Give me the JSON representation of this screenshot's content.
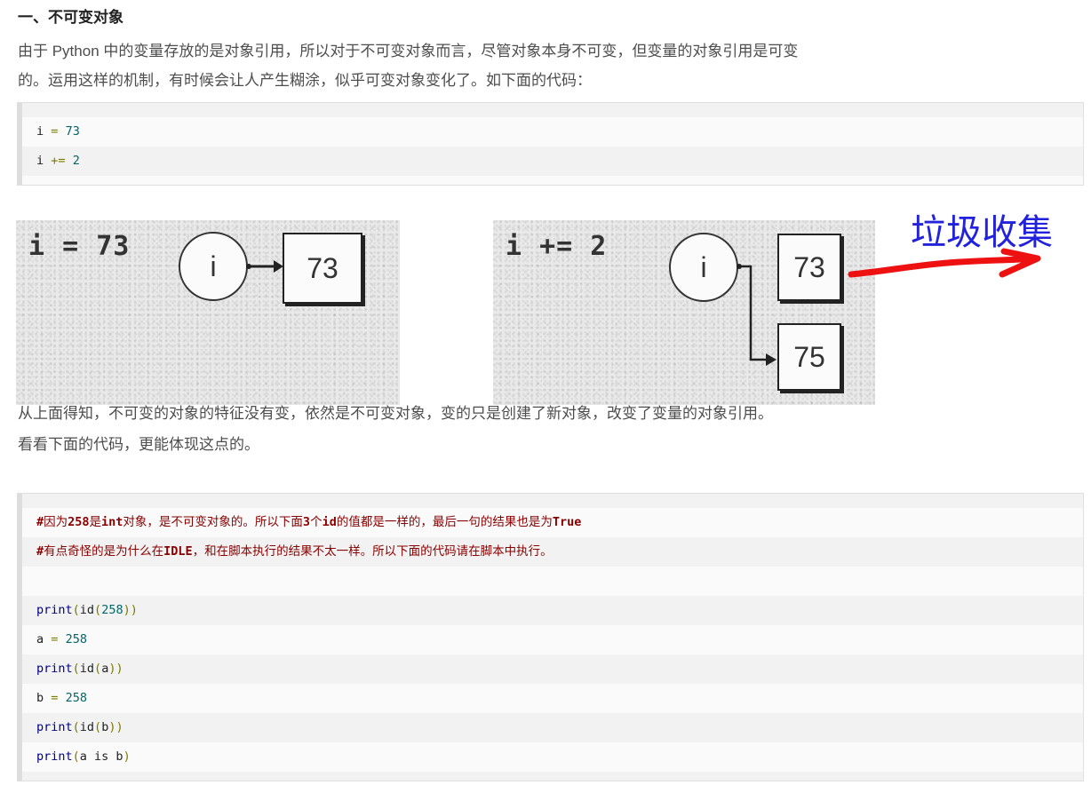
{
  "section": {
    "heading": "一、不可变对象",
    "intro_lines": [
      "由于 Python 中的变量存放的是对象引用，所以对于不可变对象而言，尽管对象本身不可变，但变量的对象引用是可变",
      "的。运用这样的机制，有时候会让人产生糊涂，似乎可变对象变化了。如下面的代码："
    ]
  },
  "code_block_1": {
    "lines": [
      {
        "tokens": [
          {
            "t": "i",
            "c": "id"
          },
          {
            "t": " ",
            "c": "id"
          },
          {
            "t": "=",
            "c": "op"
          },
          {
            "t": " ",
            "c": "id"
          },
          {
            "t": "73",
            "c": "num"
          }
        ]
      },
      {
        "tokens": [
          {
            "t": "i",
            "c": "id"
          },
          {
            "t": " ",
            "c": "id"
          },
          {
            "t": "+=",
            "c": "op"
          },
          {
            "t": " ",
            "c": "id"
          },
          {
            "t": "2",
            "c": "num"
          }
        ]
      }
    ]
  },
  "figure": {
    "left_panel": {
      "code_label": "i = 73",
      "variable": "i",
      "value_box": "73"
    },
    "right_panel": {
      "code_label": "i += 2",
      "variable": "i",
      "old_value_box": "73",
      "new_value_box": "75"
    },
    "annotation": {
      "text": "垃圾收集",
      "text_color": "#2222dd",
      "arrow_color": "#ee1111"
    }
  },
  "after_figure_lines": [
    "从上面得知，不可变的对象的特征没有变，依然是不可变对象，变的只是创建了新对象，改变了变量的对象引用。",
    "看看下面的代码，更能体现这点的。"
  ],
  "code_block_2": {
    "lines": [
      {
        "tokens": [
          {
            "t": "#",
            "c": "cm"
          },
          {
            "t": "因为",
            "c": "comment"
          },
          {
            "t": "258",
            "c": "cm"
          },
          {
            "t": "是",
            "c": "comment"
          },
          {
            "t": "int",
            "c": "cm"
          },
          {
            "t": "对象，是不可变对象的。所以下面",
            "c": "comment"
          },
          {
            "t": "3",
            "c": "cm"
          },
          {
            "t": "个",
            "c": "comment"
          },
          {
            "t": "id",
            "c": "cm"
          },
          {
            "t": "的值都是一样的，最后一句的结果也是为",
            "c": "comment"
          },
          {
            "t": "True",
            "c": "cm"
          }
        ]
      },
      {
        "tokens": [
          {
            "t": "#",
            "c": "cm"
          },
          {
            "t": "有点奇怪的是为什么在",
            "c": "comment"
          },
          {
            "t": "IDLE",
            "c": "cm"
          },
          {
            "t": "，和在脚本执行的结果不太一样。所以下面的代码请在脚本中执行。",
            "c": "comment"
          }
        ]
      },
      {
        "tokens": []
      },
      {
        "tokens": [
          {
            "t": "print",
            "c": "kw"
          },
          {
            "t": "(",
            "c": "paren"
          },
          {
            "t": "id",
            "c": "id"
          },
          {
            "t": "(",
            "c": "paren"
          },
          {
            "t": "258",
            "c": "num"
          },
          {
            "t": "))",
            "c": "paren"
          }
        ]
      },
      {
        "tokens": [
          {
            "t": "a",
            "c": "id"
          },
          {
            "t": " ",
            "c": "id"
          },
          {
            "t": "=",
            "c": "op"
          },
          {
            "t": " ",
            "c": "id"
          },
          {
            "t": "258",
            "c": "num"
          }
        ]
      },
      {
        "tokens": [
          {
            "t": "print",
            "c": "kw"
          },
          {
            "t": "(",
            "c": "paren"
          },
          {
            "t": "id",
            "c": "id"
          },
          {
            "t": "(",
            "c": "paren"
          },
          {
            "t": "a",
            "c": "id"
          },
          {
            "t": "))",
            "c": "paren"
          }
        ]
      },
      {
        "tokens": [
          {
            "t": "b",
            "c": "id"
          },
          {
            "t": " ",
            "c": "id"
          },
          {
            "t": "=",
            "c": "op"
          },
          {
            "t": " ",
            "c": "id"
          },
          {
            "t": "258",
            "c": "num"
          }
        ]
      },
      {
        "tokens": [
          {
            "t": "print",
            "c": "kw"
          },
          {
            "t": "(",
            "c": "paren"
          },
          {
            "t": "id",
            "c": "id"
          },
          {
            "t": "(",
            "c": "paren"
          },
          {
            "t": "b",
            "c": "id"
          },
          {
            "t": "))",
            "c": "paren"
          }
        ]
      },
      {
        "tokens": [
          {
            "t": "print",
            "c": "kw"
          },
          {
            "t": "(",
            "c": "paren"
          },
          {
            "t": "a is b",
            "c": "id"
          },
          {
            "t": ")",
            "c": "paren"
          }
        ]
      }
    ]
  },
  "colors": {
    "code_bg_odd": "#f2f2f2",
    "code_bg_even": "#fafafa",
    "code_left_border": "#dddddd",
    "keyword": "#000088",
    "number": "#006666",
    "operator": "#7a7a00",
    "comment": "#880000"
  }
}
